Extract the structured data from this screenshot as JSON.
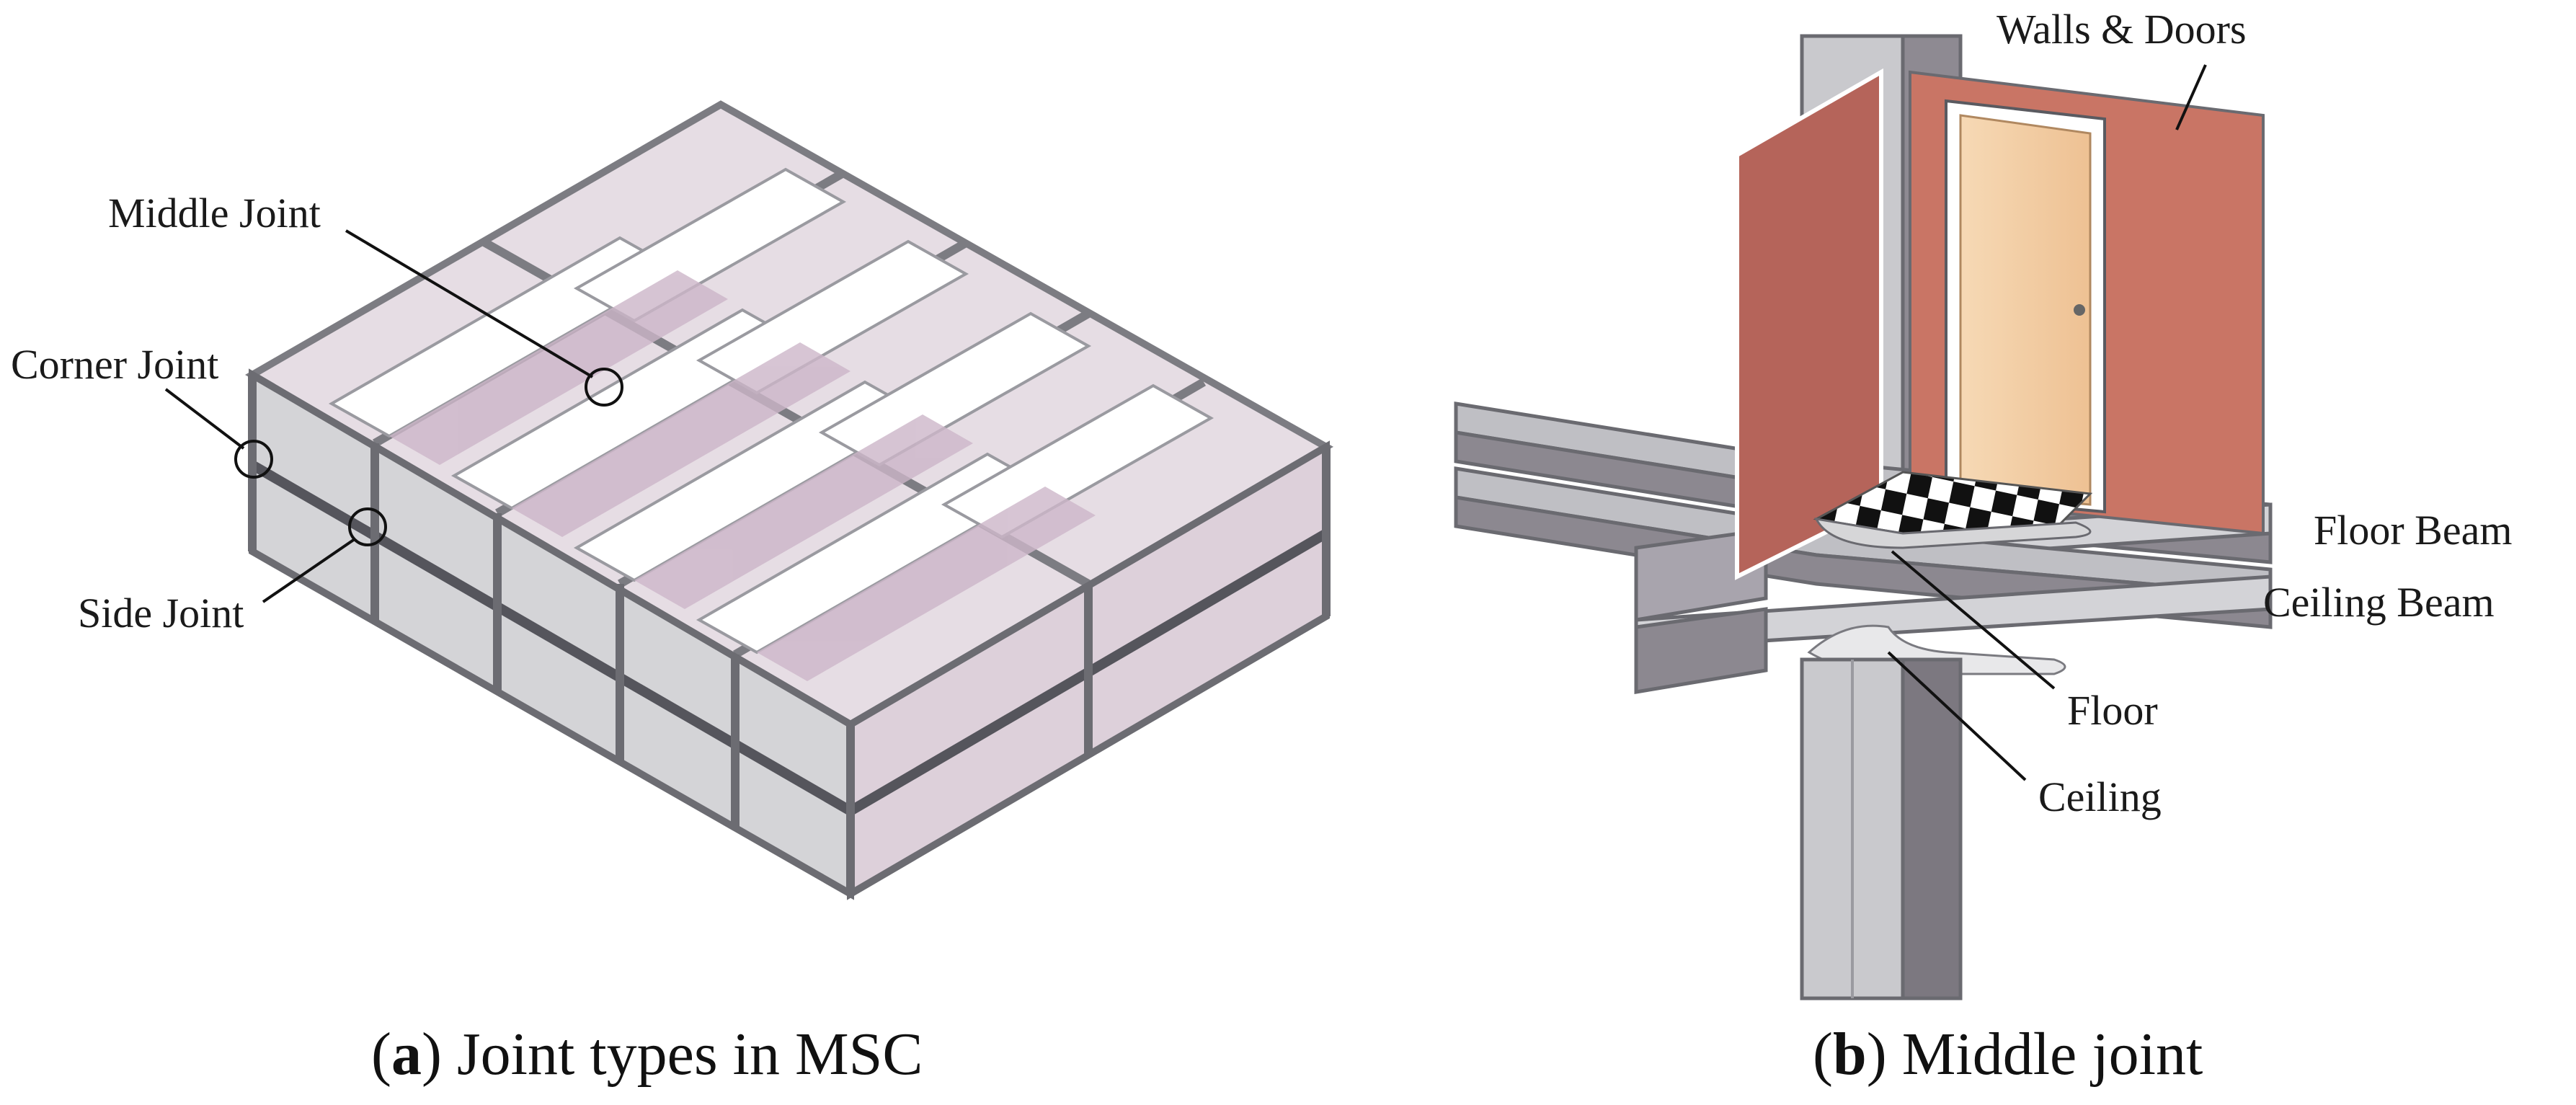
{
  "panel_a": {
    "caption_letter": "a",
    "caption_text": "Joint types in MSC",
    "labels": {
      "middle_joint": "Middle Joint",
      "corner_joint": "Corner Joint",
      "side_joint": "Side Joint"
    }
  },
  "panel_b": {
    "caption_letter": "b",
    "caption_text": "Middle joint",
    "labels": {
      "walls_doors": "Walls & Doors",
      "floor_beam": "Floor Beam",
      "ceiling_beam": "Ceiling Beam",
      "floor": "Floor",
      "ceiling": "Ceiling"
    }
  },
  "colors": {
    "frame": "#8c8c90",
    "frame_dark": "#5a5a60",
    "panel_pink": "#d9c7d6",
    "panel_grey": "#d6d6d8",
    "wall_red": "#c86a5c",
    "door_wood": "#f3cfa4",
    "steel": "#c9c9cd",
    "steel_dark": "#7c7880"
  }
}
